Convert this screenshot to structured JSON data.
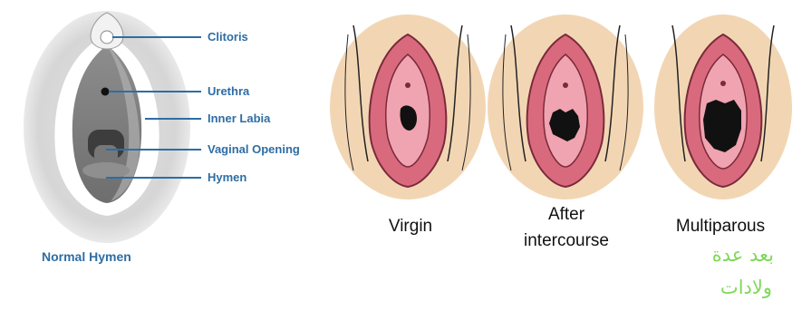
{
  "left_panel": {
    "title": "Normal Hymen",
    "labels": {
      "clitoris": "Clitoris",
      "urethra": "Urethra",
      "inner_labia": "Inner Labia",
      "vaginal_opening": "Vaginal Opening",
      "hymen": "Hymen"
    },
    "label_color": "#2e6da4"
  },
  "right_panel": {
    "captions": {
      "virgin": "Virgin",
      "after_line1": "After",
      "after_line2": "intercourse",
      "multiparous": "Multiparous"
    },
    "arabic_note": {
      "line1": "بعد عدة",
      "line2": "ولادات",
      "color": "#7ed957"
    },
    "colors": {
      "background_skin": "#f2d6b4",
      "tissue": "#d96a7e",
      "inner_tissue": "#f0a3b0",
      "opening": "#111111"
    }
  }
}
